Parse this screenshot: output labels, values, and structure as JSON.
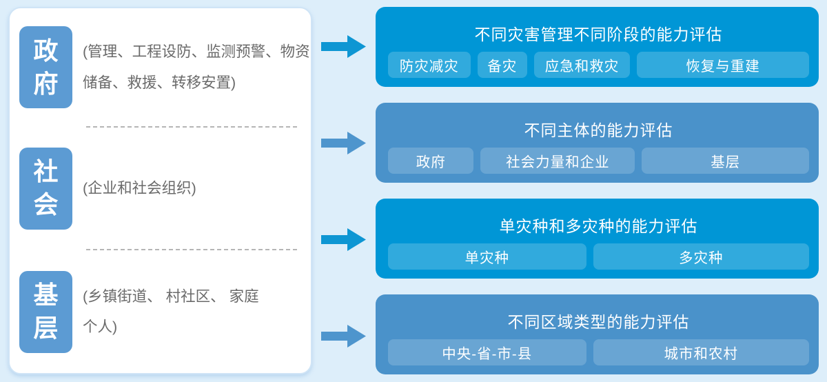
{
  "left_panel": {
    "groups": [
      {
        "tag": "政府",
        "desc": "(管理、工程设防、监测预警、物资\n储备、救援、转移安置)"
      },
      {
        "tag": "社会",
        "desc": "(企业和社会组织)"
      },
      {
        "tag": "基层",
        "desc": "(乡镇街道、 村社区、 家庭\n个人)"
      }
    ]
  },
  "right_panel": {
    "boxes": [
      {
        "title": "不同灾害管理不同阶段的能力评估",
        "theme": "bright",
        "items": [
          "防灾减灾",
          "备灾",
          "应急和救灾",
          "恢复与重建"
        ]
      },
      {
        "title": "不同主体的能力评估",
        "theme": "muted",
        "items": [
          "政府",
          "社会力量和企业",
          "基层"
        ]
      },
      {
        "title": "单灾种和多灾种的能力评估",
        "theme": "bright",
        "items": [
          "单灾种",
          "多灾种"
        ]
      },
      {
        "title": "不同区域类型的能力评估",
        "theme": "muted",
        "items": [
          "中央-省-市-县",
          "城市和农村"
        ]
      }
    ]
  },
  "colors": {
    "background": "#ddeefa",
    "card": "#ffffff",
    "card_border": "#cfe4f6",
    "actor_tag_blue": "#5c9bd3",
    "bright_box_blue": "#0096d6",
    "bright_pill_blue": "#31aadd",
    "muted_box_blue": "#4a92ca",
    "muted_pill_blue": "#69a5d3",
    "arrow_bright": "#0e96d3",
    "arrow_muted": "#4e95cd",
    "desc_text_gray": "#6a6a6a",
    "white_text": "#ffffff"
  }
}
